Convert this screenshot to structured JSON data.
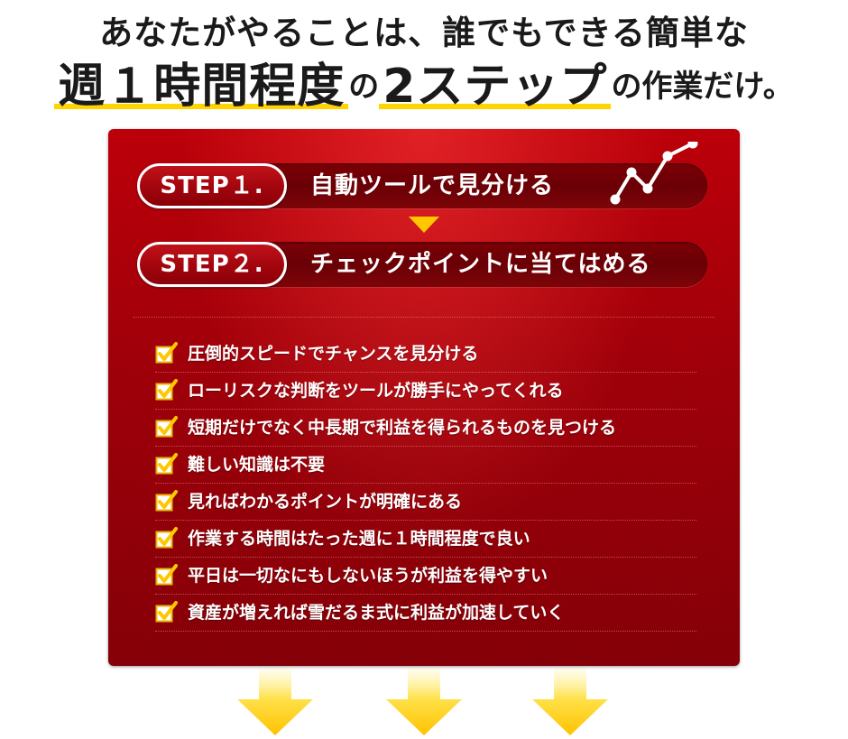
{
  "headline": {
    "line1": "あなたがやることは、誰でもできる簡単な",
    "line2_part1": "週１時間程度",
    "line2_part2": "の",
    "line2_part3": "2ステップ",
    "line2_part4": "の作業だけ。"
  },
  "steps": [
    {
      "label": "STEP１.",
      "text": "自動ツールで見分ける"
    },
    {
      "label": "STEP２.",
      "text": "チェックポイントに当てはめる"
    }
  ],
  "checklist": [
    "圧倒的スピードでチャンスを見分ける",
    "ローリスクな判断をツールが勝手にやってくれる",
    "短期だけでなく中長期で利益を得られるものを見つける",
    "難しい知識は不要",
    "見ればわかるポイントが明確にある",
    "作業する時間はたった週に１時間程度で良い",
    "平日は一切なにもしないほうが利益を得やすい",
    "資産が増えれば雪だるま式に利益が加速していく"
  ],
  "icons": {
    "step_graph": "line-chart-icon",
    "check": "checkmark-icon",
    "step_arrow": "triangle-down-icon",
    "down_arrow": "arrow-down-icon"
  },
  "colors": {
    "panel_red": "#a5000a",
    "highlight_yellow": "#ffd400",
    "arrow_yellow": "#ffc700",
    "text_white": "#ffffff"
  }
}
